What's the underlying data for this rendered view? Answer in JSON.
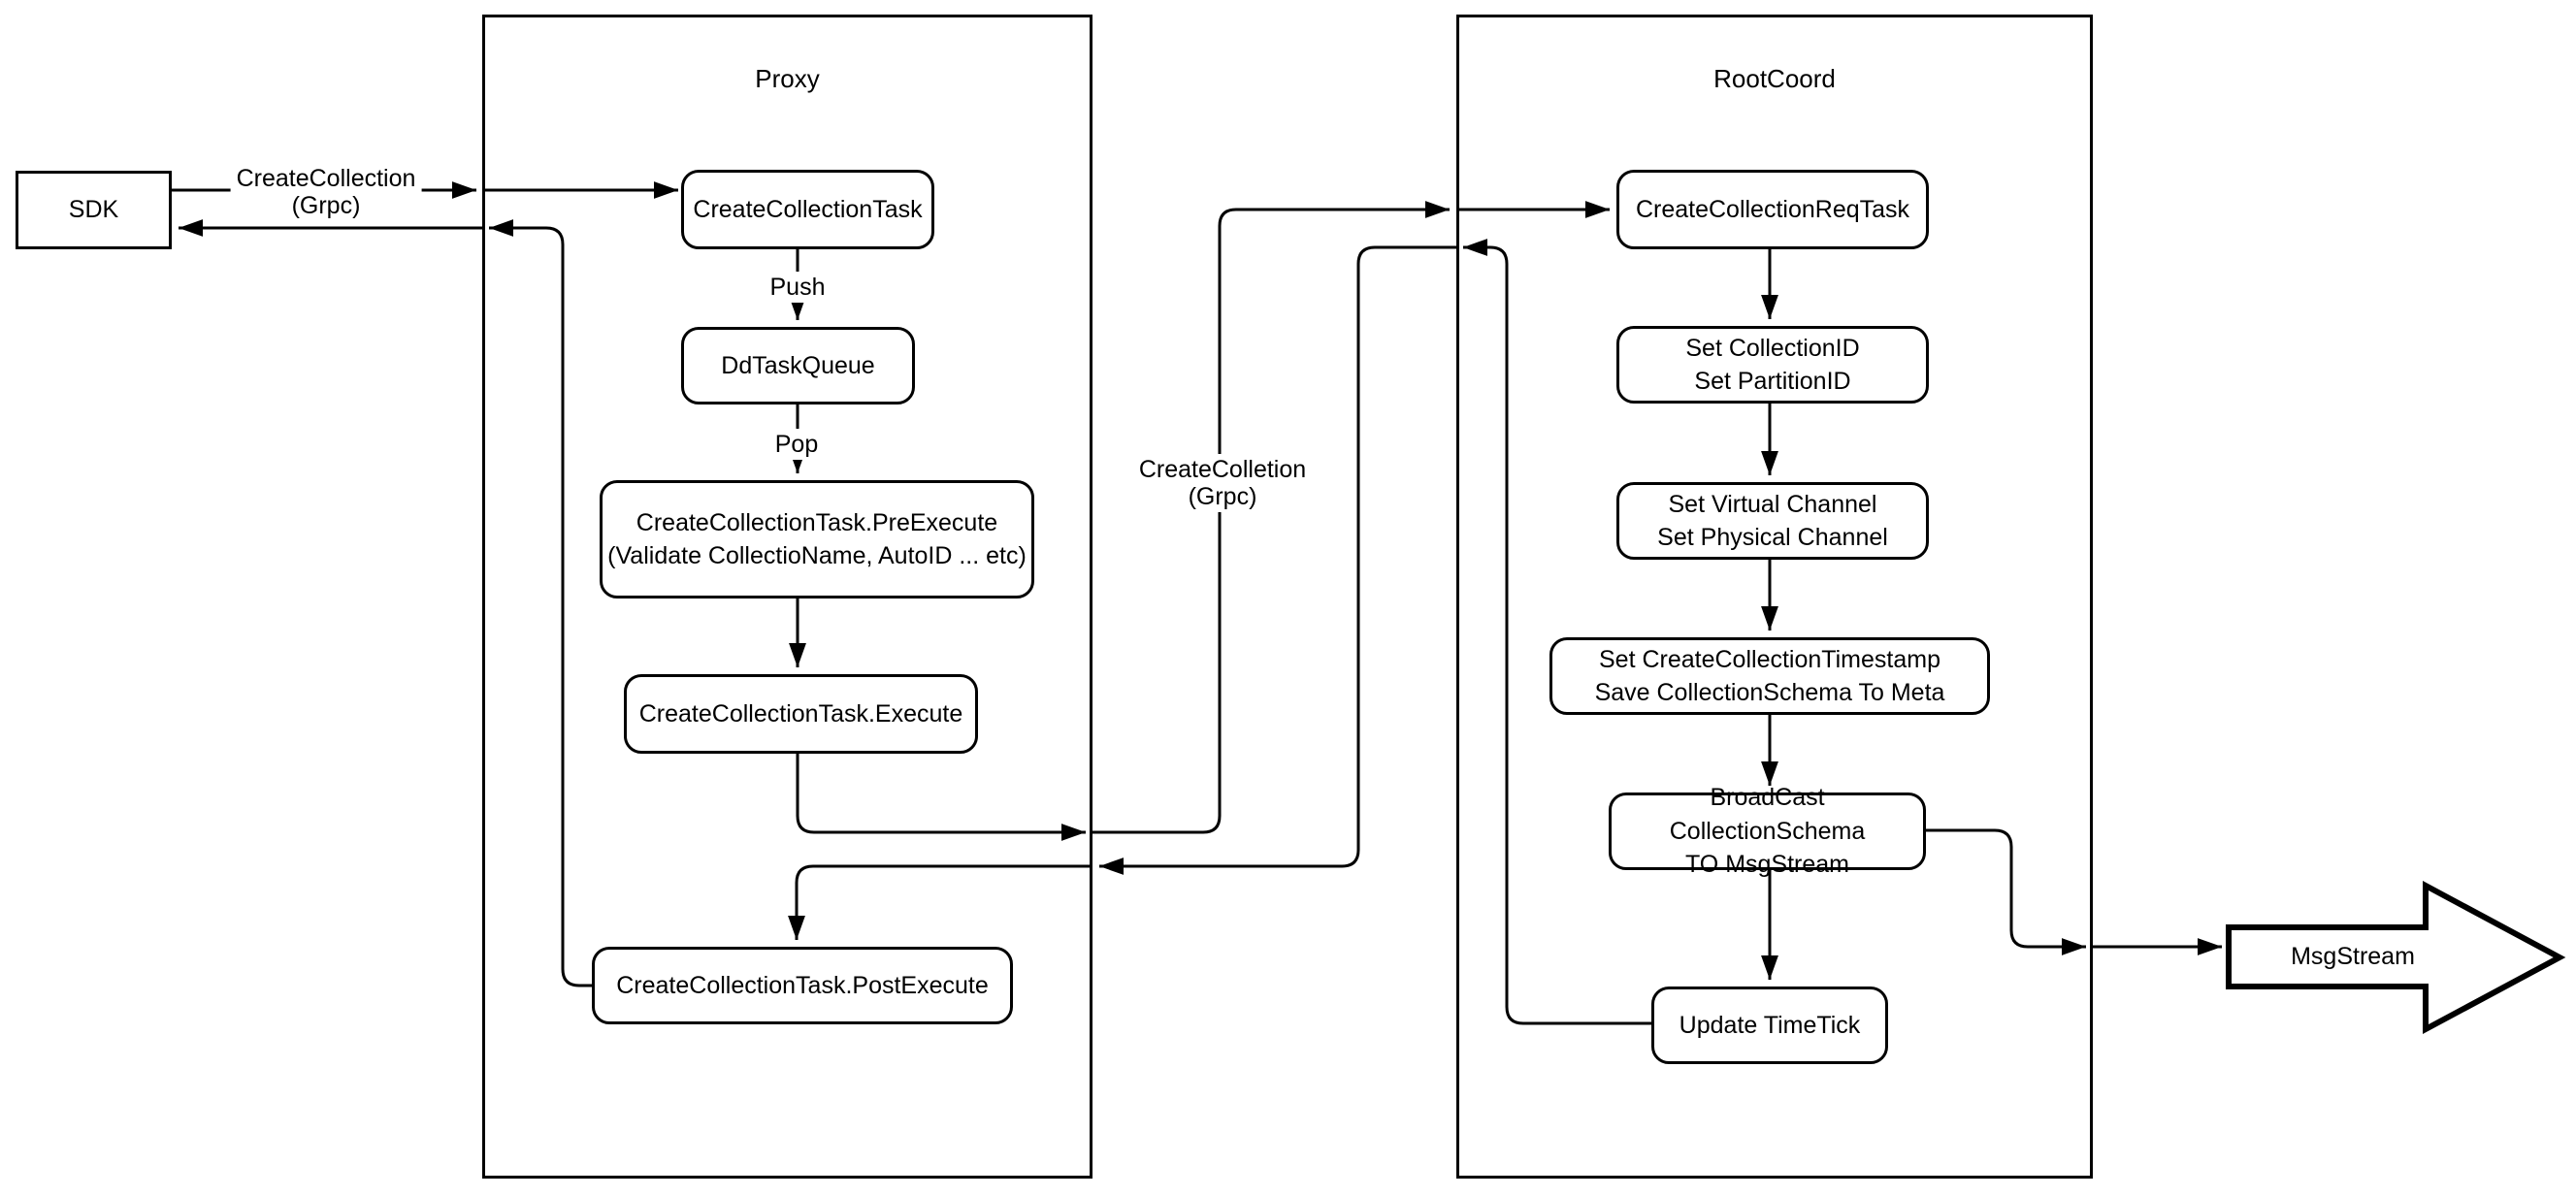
{
  "diagram": {
    "colors": {
      "background": "#ffffff",
      "line": "#000000",
      "node_fill": "#ffffff",
      "text": "#000000"
    },
    "containers": [
      {
        "id": "proxy",
        "title": "Proxy"
      },
      {
        "id": "rootcoord",
        "title": "RootCoord"
      }
    ],
    "nodes": [
      {
        "id": "sdk",
        "label": "SDK"
      },
      {
        "id": "create-collection-task",
        "label": "CreateCollectionTask"
      },
      {
        "id": "dd-task-queue",
        "label": "DdTaskQueue"
      },
      {
        "id": "pre-execute",
        "label": "CreateCollectionTask.PreExecute\n(Validate CollectioName, AutoID ... etc)"
      },
      {
        "id": "execute",
        "label": "CreateCollectionTask.Execute"
      },
      {
        "id": "post-execute",
        "label": "CreateCollectionTask.PostExecute"
      },
      {
        "id": "create-collection-req-task",
        "label": "CreateCollectionReqTask"
      },
      {
        "id": "set-collection-id",
        "label": "Set CollectionID\nSet PartitionID"
      },
      {
        "id": "set-virtual-channel",
        "label": "Set Virtual Channel\nSet Physical Channel"
      },
      {
        "id": "set-create-collection-timestamp",
        "label": "Set CreateCollectionTimestamp\nSave CollectionSchema To Meta"
      },
      {
        "id": "broadcast-collection-schema",
        "label": "BroadCast CollectionSchema\nTO MsgStream"
      },
      {
        "id": "update-time-tick",
        "label": "Update TimeTick"
      },
      {
        "id": "msg-stream",
        "label": "MsgStream"
      }
    ],
    "edge_labels": [
      {
        "id": "sdk-to-proxy-grpc",
        "text": "CreateCollection\n(Grpc)"
      },
      {
        "id": "push",
        "text": "Push"
      },
      {
        "id": "pop",
        "text": "Pop"
      },
      {
        "id": "proxy-to-rootcoord-grpc",
        "text": "CreateColletion\n(Grpc)"
      }
    ]
  }
}
